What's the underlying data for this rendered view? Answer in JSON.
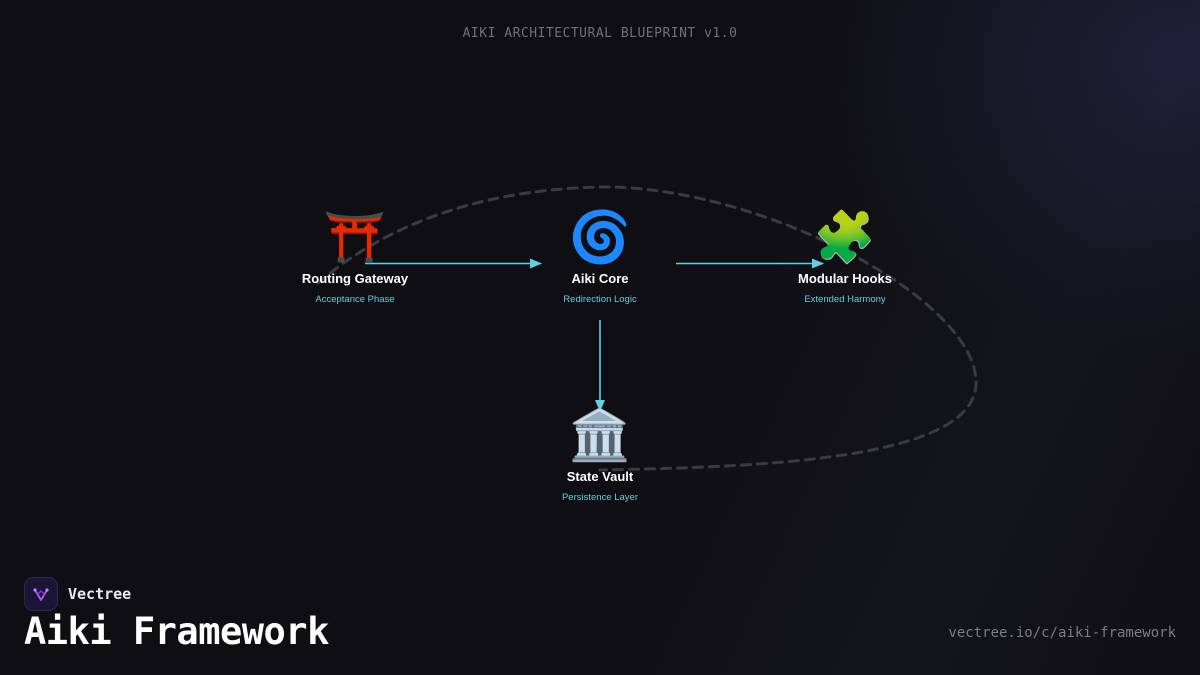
{
  "header": {
    "title": "AIKI ARCHITECTURAL BLUEPRINT v1.0"
  },
  "nodes": [
    {
      "id": "routing-gateway",
      "icon": "⛩️",
      "icon_name": "torii-gate-icon",
      "label": "Routing Gateway",
      "sub": "Acceptance Phase"
    },
    {
      "id": "aiki-core",
      "icon": "🌀",
      "icon_name": "cyclone-icon",
      "label": "Aiki Core",
      "sub": "Redirection Logic"
    },
    {
      "id": "modular-hooks",
      "icon": "🧩",
      "icon_name": "puzzle-piece-icon",
      "label": "Modular Hooks",
      "sub": "Extended Harmony"
    },
    {
      "id": "state-vault",
      "icon": "🏛️",
      "icon_name": "classical-building-icon",
      "label": "State Vault",
      "sub": "Persistence Layer"
    }
  ],
  "edges": [
    {
      "from": "routing-gateway",
      "to": "aiki-core"
    },
    {
      "from": "aiki-core",
      "to": "modular-hooks"
    },
    {
      "from": "aiki-core",
      "to": "state-vault"
    }
  ],
  "colors": {
    "background": "#0f0f13",
    "arrow": "#5fd0e6",
    "sublabel": "#5fd0e6",
    "dashed_path": "#3a3a40",
    "logo_bg": "#1b1638",
    "logo_mark": "#b35cf0"
  },
  "footer": {
    "brand_name": "Vectree",
    "brand_logo_icon": "vectree-logo-icon",
    "title": "Aiki Framework",
    "url": "vectree.io/c/aiki-framework"
  }
}
